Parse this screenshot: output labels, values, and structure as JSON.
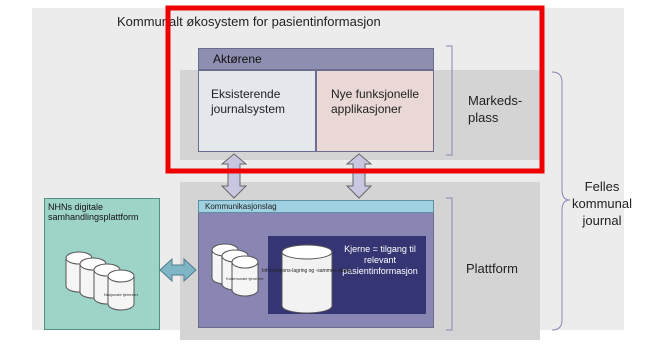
{
  "title": "Kommunalt økosystem for pasientinformasjon",
  "actors": {
    "header": "Aktørene",
    "existing": "Eksisterende journalsystem",
    "new_apps": "Nye funksjonelle applikasjoner"
  },
  "marketplace_label": "Markeds-plass",
  "platform": {
    "comm_layer": "Kommunikasjonslag",
    "label": "Plattform",
    "small_db_label": "Kommunale tjenester",
    "inner_db_label": "Informasjons-lagring og -sammen-stilling",
    "core_text": "Kjerne = tilgang til relevant pasientinformasjon"
  },
  "nhn": {
    "title": "NHNs digitale samhandlingsplattform",
    "db_label": "Nasjonale tjenester"
  },
  "felles_label": "Felles kommunal journal",
  "colors": {
    "outer_bg": "#ececec",
    "actors_header": "#8e8eb0",
    "actors_left": "#e4e7ec",
    "actors_right": "#e9d8d6",
    "platform_bg": "#8a86b4",
    "comm_layer": "#9fd1e0",
    "core_dark": "#353574",
    "nhn_bg": "#9ed4c8",
    "highlight": "#ee0000"
  }
}
